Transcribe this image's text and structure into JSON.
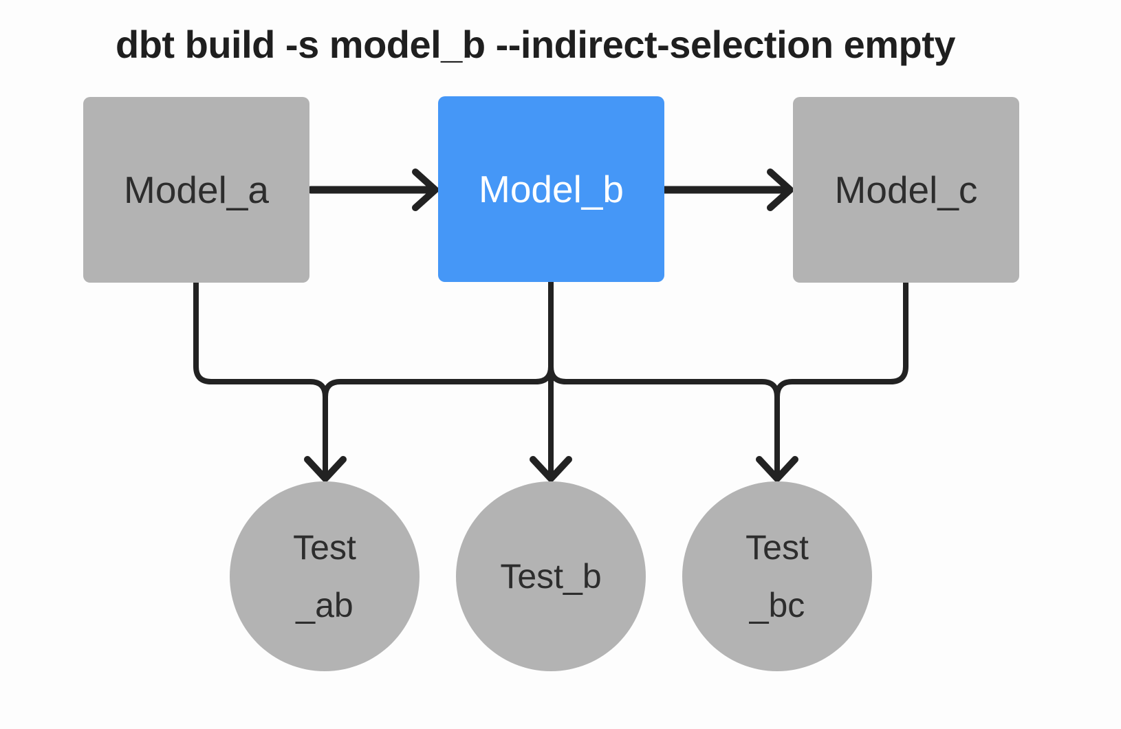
{
  "title": "dbt build -s model_b --indirect-selection empty",
  "colors": {
    "node_gray": "#b3b3b3",
    "selected_blue": "#4597f7",
    "edge_color": "#222222",
    "label_dark": "#2d2d2d",
    "label_light": "#ffffff",
    "title_color": "#1f1f1f",
    "background": "#fdfdfd"
  },
  "nodes": {
    "model_a": {
      "label": "Model_a",
      "type": "model",
      "highlighted": false
    },
    "model_b": {
      "label": "Model_b",
      "type": "model",
      "highlighted": true
    },
    "model_c": {
      "label": "Model_c",
      "type": "model",
      "highlighted": false
    },
    "test_ab": {
      "label_line1": "Test",
      "label_line2": "_ab",
      "type": "test",
      "highlighted": false
    },
    "test_b": {
      "label": "Test_b",
      "type": "test",
      "highlighted": false
    },
    "test_bc": {
      "label_line1": "Test",
      "label_line2": "_bc",
      "type": "test",
      "highlighted": false
    }
  },
  "edges": [
    {
      "from": "model_a",
      "to": "model_b"
    },
    {
      "from": "model_b",
      "to": "model_c"
    },
    {
      "from": "model_a",
      "to": "test_ab"
    },
    {
      "from": "model_b",
      "to": "test_ab"
    },
    {
      "from": "model_b",
      "to": "test_b"
    },
    {
      "from": "model_b",
      "to": "test_bc"
    },
    {
      "from": "model_c",
      "to": "test_bc"
    }
  ]
}
